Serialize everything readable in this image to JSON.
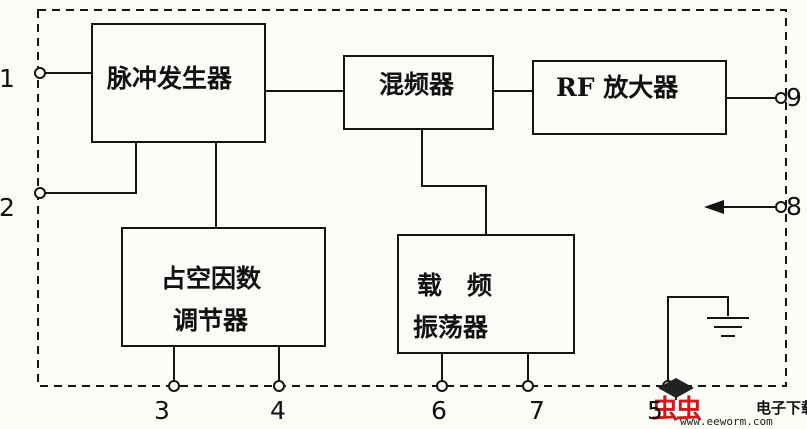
{
  "blocks": {
    "pulse": "脉冲发生器",
    "mixer": "混频器",
    "rf_amp": "RF 放大器",
    "duty_line1": "占空因数",
    "duty_line2": "调节器",
    "carrier_line1": "载　频",
    "carrier_line2": "振荡器"
  },
  "pins": [
    "1",
    "2",
    "3",
    "4",
    "5",
    "6",
    "7",
    "8",
    "9"
  ],
  "watermark": {
    "logo_text": "虫虫",
    "site_cn": "电子下载站",
    "site_en": "www.eeworm.com"
  },
  "colors": {
    "line": "#141414",
    "watermark_red": "#d4161b"
  }
}
